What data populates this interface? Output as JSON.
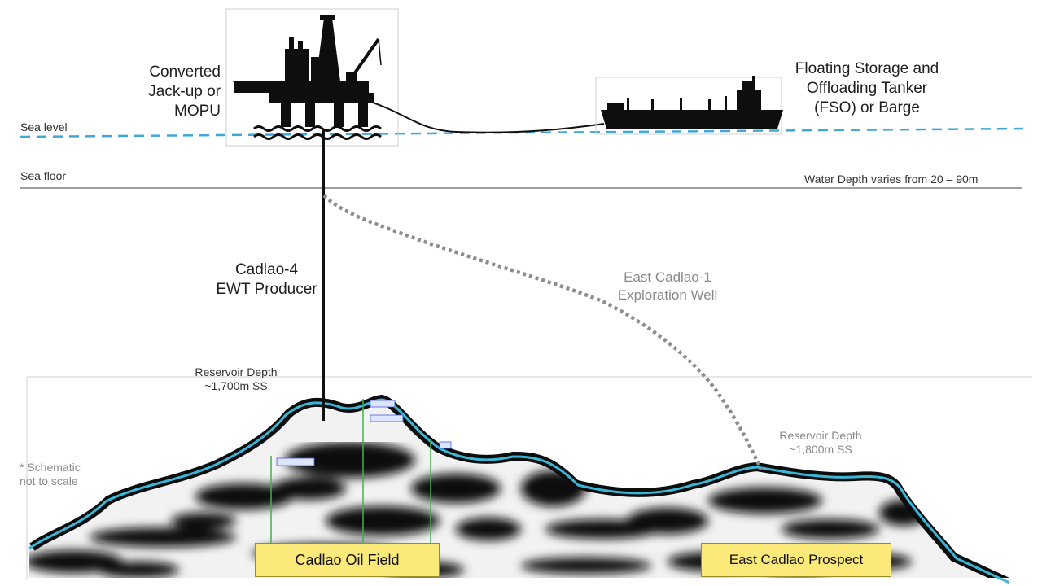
{
  "labels": {
    "sea_level": "Sea level",
    "sea_floor": "Sea floor",
    "water_depth": "Water Depth varies from 20 – 90m",
    "platform": [
      "Converted",
      "Jack-up or",
      "MOPU"
    ],
    "tanker": [
      "Floating Storage and",
      "Offloading Tanker",
      "(FSO) or Barge"
    ],
    "producer": [
      "Cadlao-4",
      "EWT Producer"
    ],
    "exploration": [
      "East Cadlao-1",
      "Exploration Well"
    ],
    "reservoir_west": [
      "Reservoir Depth",
      "~1,700m SS"
    ],
    "reservoir_east": [
      "Reservoir Depth",
      "~1,800m SS"
    ],
    "schematic_note": [
      "* Schematic",
      "not to scale"
    ],
    "cadlao_field": "Cadlao Oil Field",
    "east_prospect": "East Cadlao Prospect"
  },
  "colors": {
    "sea_line": "#3fa8d8",
    "horizon": "#3ab6d6",
    "well_dotted": "#8c8c8c",
    "label_box": "#fbe97a",
    "well_markers": "#3cb44b"
  },
  "icons": {
    "platform": "offshore-platform-icon",
    "tanker": "fso-tanker-icon"
  }
}
